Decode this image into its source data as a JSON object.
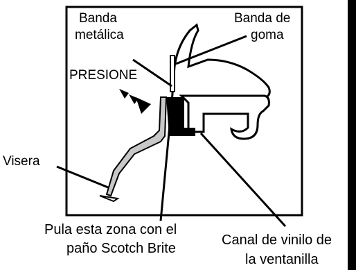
{
  "labels": {
    "banda_metalica_1": "Banda",
    "banda_metalica_2": "metálica",
    "banda_goma_1": "Banda de",
    "banda_goma_2": "goma",
    "presione": "PRESIONE",
    "visera": "Visera",
    "pula_1": "Pula esta zona con el",
    "pula_2": "paño Scotch Brite",
    "canal_1": "Canal de vinilo de",
    "canal_2": "la ventanilla"
  },
  "colors": {
    "ink": "#000000",
    "visor_fill": "#c8c8c8",
    "paper": "#ffffff"
  }
}
